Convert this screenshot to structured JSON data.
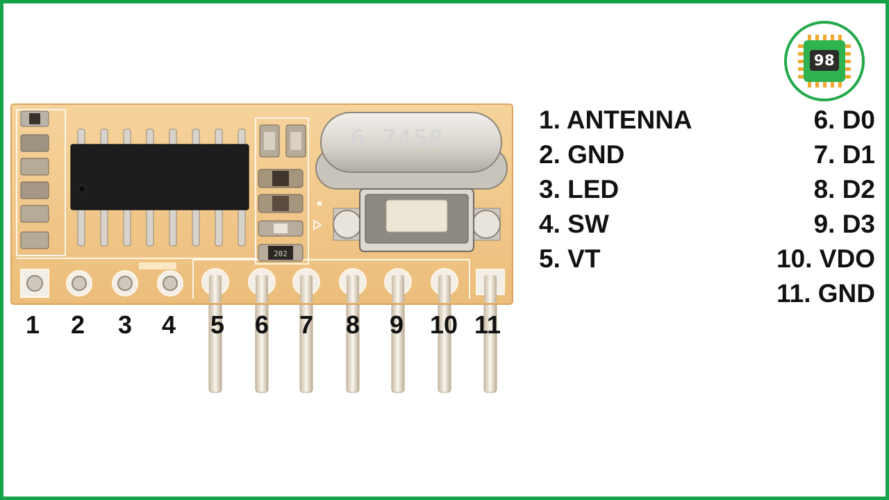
{
  "logo": {
    "icon": "chip-icon",
    "text": "98",
    "accent": "#22a94a"
  },
  "module": {
    "crystal_marking": "6.7458",
    "resistor_marking": "202",
    "pin_numbers": [
      "1",
      "2",
      "3",
      "4",
      "5",
      "6",
      "7",
      "8",
      "9",
      "10",
      "11"
    ]
  },
  "legend": {
    "left": [
      "1. ANTENNA",
      "2. GND",
      "3. LED",
      "4. SW",
      "5. VT"
    ],
    "right": [
      "6. D0",
      "7. D1",
      "8. D2",
      "9. D3",
      "10. VDO",
      "11. GND"
    ]
  },
  "colors": {
    "frame": "#16a34a",
    "pcb": "#f2c98a",
    "silkscreen": "#fdf6e8"
  }
}
